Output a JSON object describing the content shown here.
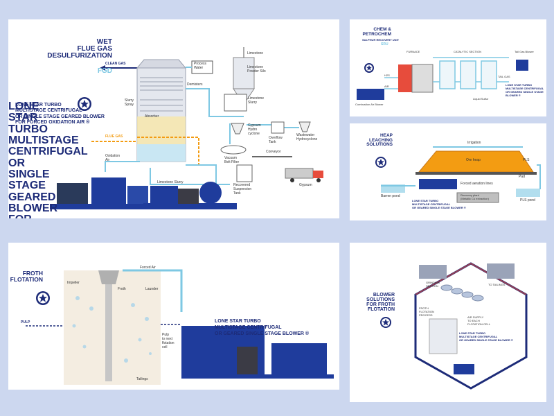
{
  "palette": {
    "background": "#ccd7ef",
    "navy": "#1d2b78",
    "pipe_blue": "#7ec8e3",
    "air_orange": "#f39c12",
    "machine_blue": "#1f3c9c",
    "gray": "#888888"
  },
  "fgd": {
    "title": "WET\nFLUE GAS\nDESULFURIZATION",
    "title_sub": "FGD",
    "blower_text": "LONE STAR TURBO\nMULTISTAGE CENTRIFUGAL\nOR SINGLE STAGE GEARED BLOWER\nFOR FORCED OXIDATION AIR ®",
    "labels": {
      "clean_gas": "CLEAN GAS",
      "flue_gas": "FLUE GAS",
      "process_water": "Process\nWater",
      "demisters": "Demisters",
      "slurry_spray": "Slurry\nSpray",
      "absorber": "Absorber",
      "oxidation_air": "Oxidation\nAir",
      "limestone": "Limestone",
      "limestone_silo": "Limestone\nPowder Silo",
      "limestone_slurry": "Limestone\nSlurry",
      "gypsum_hydrocyclone": "Gypsum\nHydro\ncyclone",
      "overflow_tank": "Overflow\nTank",
      "wastewater_hydrocyclone": "Wastewater\nHydrocyclone",
      "conveyor": "Conveyor",
      "vacuum_belt_filter": "Vacuum\nBelt Filter",
      "limestone_slurry_bottom": "Limestone Slurry",
      "recovered_suspension_tank": "Recovered\nSuspension\nTank",
      "gypsum": "Gypsum"
    }
  },
  "chem": {
    "title": "CHEM &\nPETROCHEM",
    "subtitle": "SULPHUR RECOVERY UNIT",
    "sub2": "SRU",
    "labels": {
      "furnace": "FURNACE",
      "catalytic_section": "CATALYTIC SECTION",
      "tail_gas_blower": "Tail Gas Blower",
      "h2s": "H2S",
      "air": "AIR",
      "tail_gas": "TAIL GAS",
      "combustion_air_blower": "Combustion Air Blower",
      "liquid_sulfur": "Liquid Sulfur",
      "blower_text": "LONE STAR TURBO\nMULTISTAGE CENTRIFUGAL\nOR GEARED SINGLE STAGE BLOWER ®"
    }
  },
  "heap": {
    "title": "HEAP\nLEACHING\nSOLUTIONS",
    "labels": {
      "irrigation": "Irrigation",
      "ore_heap": "Ore heap",
      "pls": "PLS",
      "pad": "Pad",
      "barren_pond": "Barren pond",
      "forced_aeration_lines": "Forced aeration lines",
      "recovery_plant": "Recovery plant\n(Metallic Cu extraction)",
      "pls_pond": "PLS pond",
      "blower_text": "LONE STAR TURBO\nMULTISTAGE CENTRIFUGAL\nOR GEARED SINGLE STAGE BLOWER ®"
    }
  },
  "froth": {
    "title": "FROTH\nFLOTATION",
    "blower_text": "LONE STAR TURBO\nMULTISTAGE CENTRIFUGAL\nOR GEARED SINGLE STAGE BLOWER ®",
    "labels": {
      "forced_air": "Forced Air",
      "impeller": "Impeller",
      "froth": "Froth",
      "launder": "Launder",
      "pulp": "PULP",
      "pulp_next": "Pulp\nto next\nflotation\ncell",
      "tailings": "Tailings"
    }
  },
  "blower_froth": {
    "title": "BLOWER\nSOLUTIONS\nFOR FROTH\nFLOTATION",
    "labels": {
      "grinding": "GRINDING\nSECTION",
      "to_tailings": "TO TAILINGS",
      "froth_process": "FROTH\nFLOTATION\nPROCESS",
      "air_supply": "AIR SUPPLY\nTO EACH\nFLOTATION CELL",
      "blower_text": "LONE STAR TURBO\nMULTISTAGE CENTRIFUGAL\nOR GEARED SINGLE STAGE BLOWER ®"
    }
  }
}
